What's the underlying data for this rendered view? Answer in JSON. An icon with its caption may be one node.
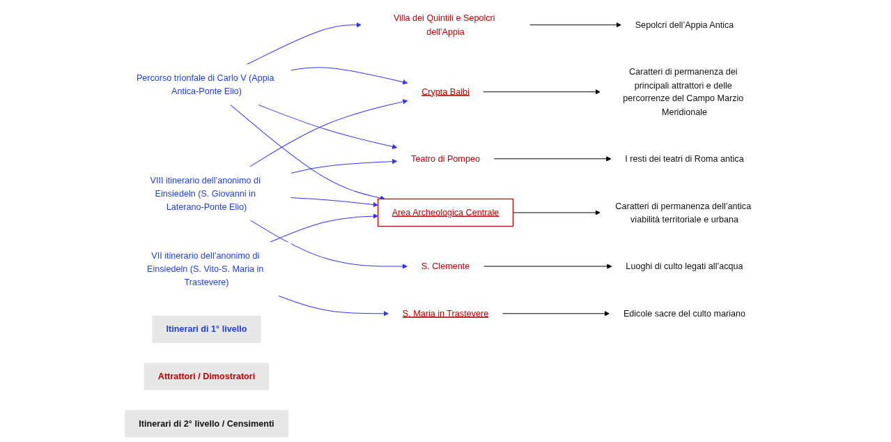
{
  "diagram": {
    "nodes": [
      {
        "text": [
          "Itinerari di 1° livello"
        ]
      },
      {
        "text": [
          "Attrattori / Dimostratori"
        ]
      },
      {
        "text": [
          "Itinerari di 2° livello / Censimenti"
        ]
      },
      {
        "text": [
          "Percorso trionfale di Carlo V (Appia Antica-Ponte Elio)"
        ]
      },
      {
        "text": [
          "VIII itinerario dell’anonimo di Einsiedeln (S. Giovanni in Laterano-Ponte Elio)"
        ]
      },
      {
        "text": [
          "VII itinerario dell’anonimo di Einsiedeln (S. Vito-S. Maria in Trastevere)"
        ]
      },
      {
        "text": [
          "Villa dei Quintili e Sepolcri dell’Appia"
        ]
      },
      {
        "text": [
          "Crypta Balbi"
        ]
      },
      {
        "text": [
          "Teatro di Pompeo"
        ]
      },
      {
        "text": [
          "Area Archeologica Centrale"
        ]
      },
      {
        "text": [
          "S. Clemente"
        ]
      },
      {
        "text": [
          "S. Maria in Trastevere"
        ]
      },
      {
        "text": [
          "Sepolcri dell’Appia Antica"
        ]
      },
      {
        "text": [
          "Caratteri di permanenza dei principali attrattori e delle percorrenze del Campo Marzio Meridionale"
        ]
      },
      {
        "text": [
          "I resti dei teatri di Roma antica"
        ]
      },
      {
        "text": [
          "Caratteri di permanenza dell’antica viabilità territoriale e urbana"
        ]
      },
      {
        "text": [
          "Luoghi di culto legati all’acqua"
        ]
      },
      {
        "text": [
          "Edicole sacre del culto mariano"
        ]
      }
    ],
    "edges": [
      {
        "from": 3,
        "to": 6,
        "arrow": "to"
      },
      {
        "from": 3,
        "to": 7,
        "arrow": "to"
      },
      {
        "from": 3,
        "to": 8,
        "arrow": "to"
      },
      {
        "from": 3,
        "to": 9,
        "arrow": "to"
      },
      {
        "from": 4,
        "to": 7,
        "arrow": "to"
      },
      {
        "from": 4,
        "to": 8,
        "arrow": "to"
      },
      {
        "from": 4,
        "to": 9,
        "arrow": "to"
      },
      {
        "from": 4,
        "to": 10,
        "arrow": "to"
      },
      {
        "from": 5,
        "to": 9,
        "arrow": "to"
      },
      {
        "from": 5,
        "to": 11,
        "arrow": "to"
      },
      {
        "from": 6,
        "to": 12,
        "arrow": "to",
        "color": "#000000"
      },
      {
        "from": 7,
        "to": 13,
        "arrow": "to",
        "color": "#000000"
      },
      {
        "from": 8,
        "to": 14,
        "arrow": "to",
        "color": "#000000"
      },
      {
        "from": 9,
        "to": 15,
        "arrow": "to",
        "color": "#000000"
      },
      {
        "from": 10,
        "to": 16,
        "arrow": "to",
        "color": "#000000"
      },
      {
        "from": 11,
        "to": 17,
        "arrow": "to",
        "color": "#000000"
      }
    ]
  }
}
